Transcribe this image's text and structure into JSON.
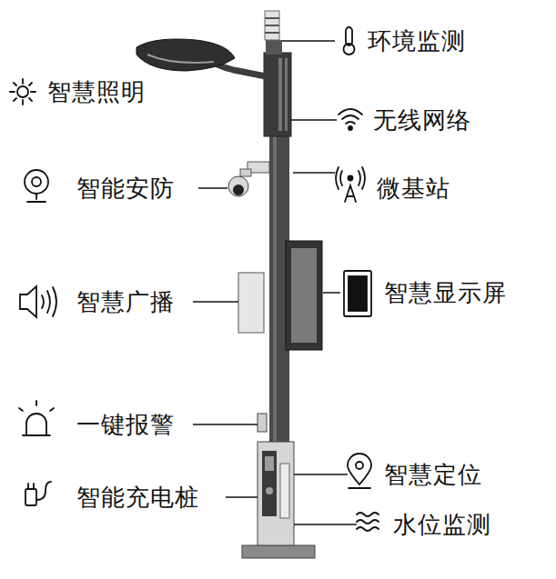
{
  "diagram": {
    "labels": [
      "环境监测",
      "智慧照明",
      "无线网络",
      "智能安防",
      "微基站",
      "智慧广播",
      "智慧显示屏",
      "一键报警",
      "智慧定位",
      "智能充电桩",
      "水位监测"
    ]
  }
}
